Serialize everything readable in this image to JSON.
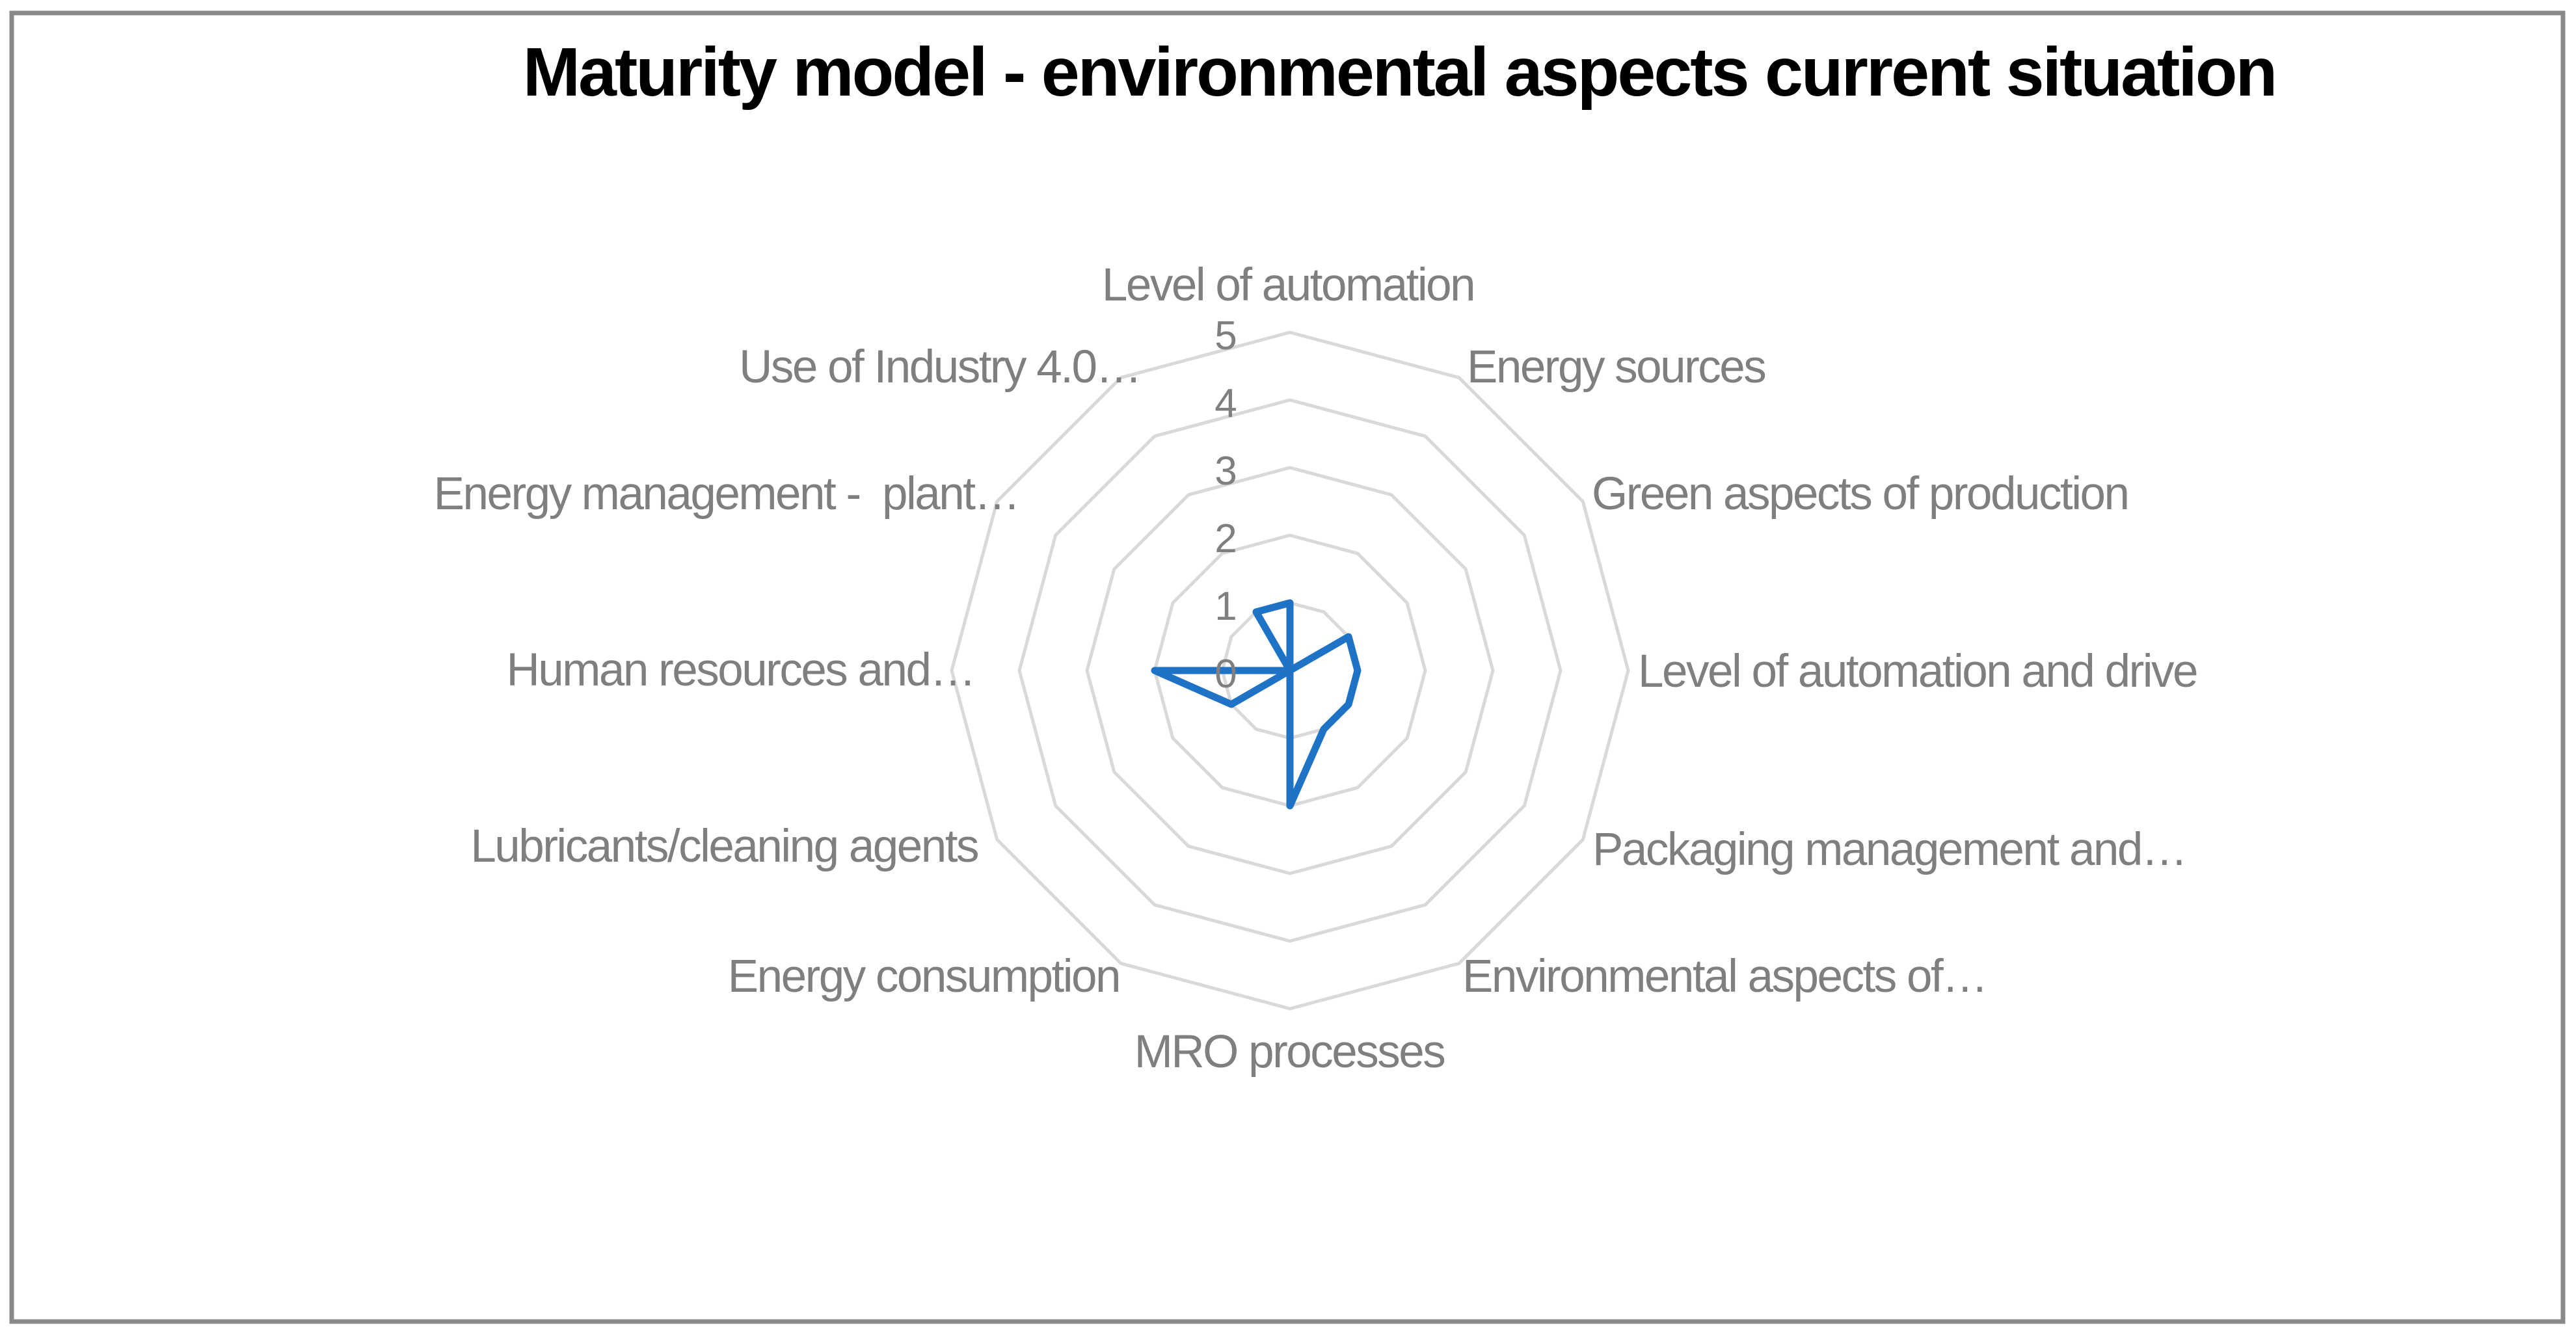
{
  "chart_data": {
    "type": "radar",
    "title": "Maturity model - environmental aspects current situation",
    "categories": [
      "Level of automation",
      "Energy sources",
      "Green aspects of production",
      "Level of automation and drive",
      "Packaging management and…",
      "Environmental aspects of…",
      "MRO processes",
      "Energy consumption",
      "Lubricants/cleaning agents",
      "Human resources and…",
      "Energy management -  plant…",
      "Use of Industry 4.0…"
    ],
    "values": [
      1,
      0,
      1,
      1,
      1,
      1,
      2,
      0,
      1,
      2,
      0,
      1
    ],
    "axis": {
      "min": 0,
      "max": 5,
      "step": 1,
      "ticks": [
        "0",
        "1",
        "2",
        "3",
        "4",
        "5"
      ]
    },
    "grid": true,
    "legend": false,
    "colors": {
      "series": "#1E73C6",
      "gridlines": "#D9D9D9",
      "labels": "#7F7F7F",
      "title": "#000000",
      "frame_border": "#898989",
      "background": "#FFFFFF"
    }
  }
}
